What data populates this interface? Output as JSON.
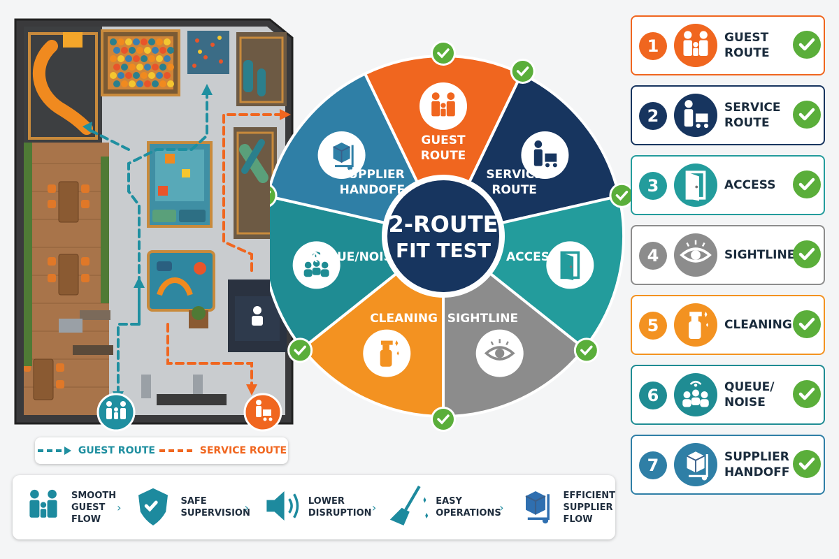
{
  "floorplan": {
    "legend": {
      "guest_label": "GUEST ROUTE",
      "service_label": "SERVICE ROUTE"
    }
  },
  "wheel": {
    "center_line1": "2-ROUTE",
    "center_line2": "FIT TEST",
    "segments": [
      {
        "line1": "GUEST",
        "line2": "ROUTE",
        "icon": "family-icon",
        "color": "#f0661f"
      },
      {
        "line1": "SERVICE",
        "line2": "ROUTE",
        "icon": "worker-cart-icon",
        "color": "#17355f"
      },
      {
        "line1": "ACCESS",
        "line2": "",
        "icon": "door-icon",
        "color": "#239c9c"
      },
      {
        "line1": "SIGHTLINE",
        "line2": "",
        "icon": "eye-icon",
        "color": "#8c8c8c"
      },
      {
        "line1": "CLEANING",
        "line2": "",
        "icon": "spray-bottle-icon",
        "color": "#f39221"
      },
      {
        "line1": "QUEUE/NOISE",
        "line2": "",
        "icon": "crowd-icon",
        "color": "#1f8c93"
      },
      {
        "line1": "SUPPLIER",
        "line2": "HANDOFF",
        "icon": "box-dolly-icon",
        "color": "#2f7fa6"
      }
    ]
  },
  "checklist": [
    {
      "number": "1",
      "line1": "GUEST",
      "line2": "ROUTE",
      "icon": "family-icon",
      "color": "#f0661f"
    },
    {
      "number": "2",
      "line1": "SERVICE",
      "line2": "ROUTE",
      "icon": "worker-cart-icon",
      "color": "#17355f"
    },
    {
      "number": "3",
      "line1": "ACCESS",
      "line2": "",
      "icon": "door-icon",
      "color": "#239c9c"
    },
    {
      "number": "4",
      "line1": "SIGHTLINE",
      "line2": "",
      "icon": "eye-icon",
      "color": "#8c8c8c"
    },
    {
      "number": "5",
      "line1": "CLEANING",
      "line2": "",
      "icon": "spray-bottle-icon",
      "color": "#f39221"
    },
    {
      "number": "6",
      "line1": "QUEUE/",
      "line2": "NOISE",
      "icon": "crowd-icon",
      "color": "#1f8c93"
    },
    {
      "number": "7",
      "line1": "SUPPLIER",
      "line2": "HANDOFF",
      "icon": "box-dolly-icon",
      "color": "#2f7fa6"
    }
  ],
  "benefits": [
    {
      "line1": "SMOOTH",
      "line2": "GUEST FLOW",
      "line3": "",
      "icon": "family-icon"
    },
    {
      "line1": "SAFE",
      "line2": "SUPERVISION",
      "line3": "",
      "icon": "shield-check-icon"
    },
    {
      "line1": "LOWER",
      "line2": "DISRUPTION",
      "line3": "",
      "icon": "speaker-icon"
    },
    {
      "line1": "EASY",
      "line2": "OPERATIONS",
      "line3": "",
      "icon": "broom-icon"
    },
    {
      "line1": "EFFICIENT",
      "line2": "SUPPLIER",
      "line3": "FLOW",
      "icon": "box-dolly-icon"
    }
  ],
  "colors": {
    "guest_route": "#1f8fa0",
    "service_route": "#f0661f",
    "check_green": "#5aae3a",
    "navy": "#17355f"
  }
}
